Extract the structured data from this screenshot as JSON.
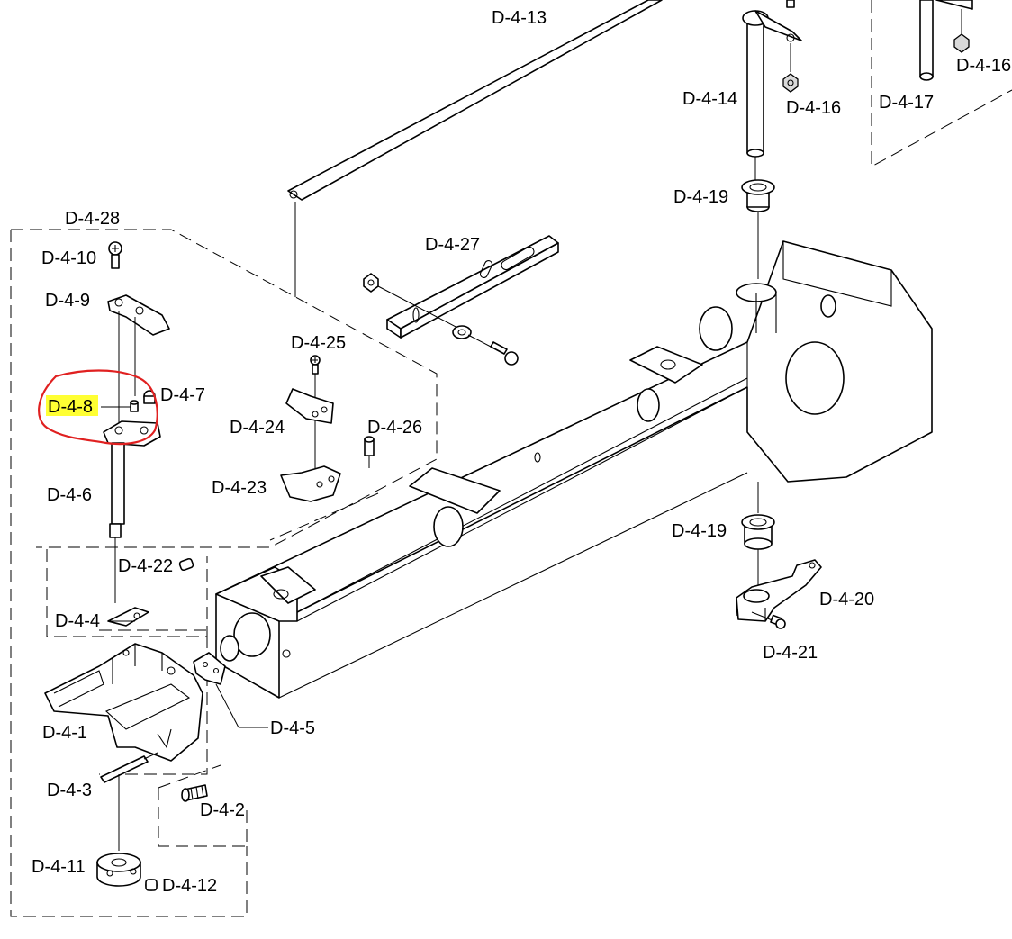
{
  "diagram": {
    "labels": {
      "d4_1": "D-4-1",
      "d4_2": "D-4-2",
      "d4_3": "D-4-3",
      "d4_4": "D-4-4",
      "d4_5": "D-4-5",
      "d4_6": "D-4-6",
      "d4_7": "D-4-7",
      "d4_8": "D-4-8",
      "d4_9": "D-4-9",
      "d4_10": "D-4-10",
      "d4_11": "D-4-11",
      "d4_12": "D-4-12",
      "d4_13": "D-4-13",
      "d4_14": "D-4-14",
      "d4_16_top": "D-4-16",
      "d4_16": "D-4-16",
      "d4_17": "D-4-17",
      "d4_19_top": "D-4-19",
      "d4_19_bottom": "D-4-19",
      "d4_20": "D-4-20",
      "d4_21": "D-4-21",
      "d4_22": "D-4-22",
      "d4_23": "D-4-23",
      "d4_24": "D-4-24",
      "d4_25": "D-4-25",
      "d4_26": "D-4-26",
      "d4_27": "D-4-27",
      "d4_28": "D-4-28"
    },
    "highlight": {
      "label_key": "d4_8",
      "highlight_color": "#ffff33",
      "circle_color": "#e02020"
    },
    "colors": {
      "line": "#000000",
      "background": "#ffffff",
      "shade": "#d9d9d9"
    }
  }
}
